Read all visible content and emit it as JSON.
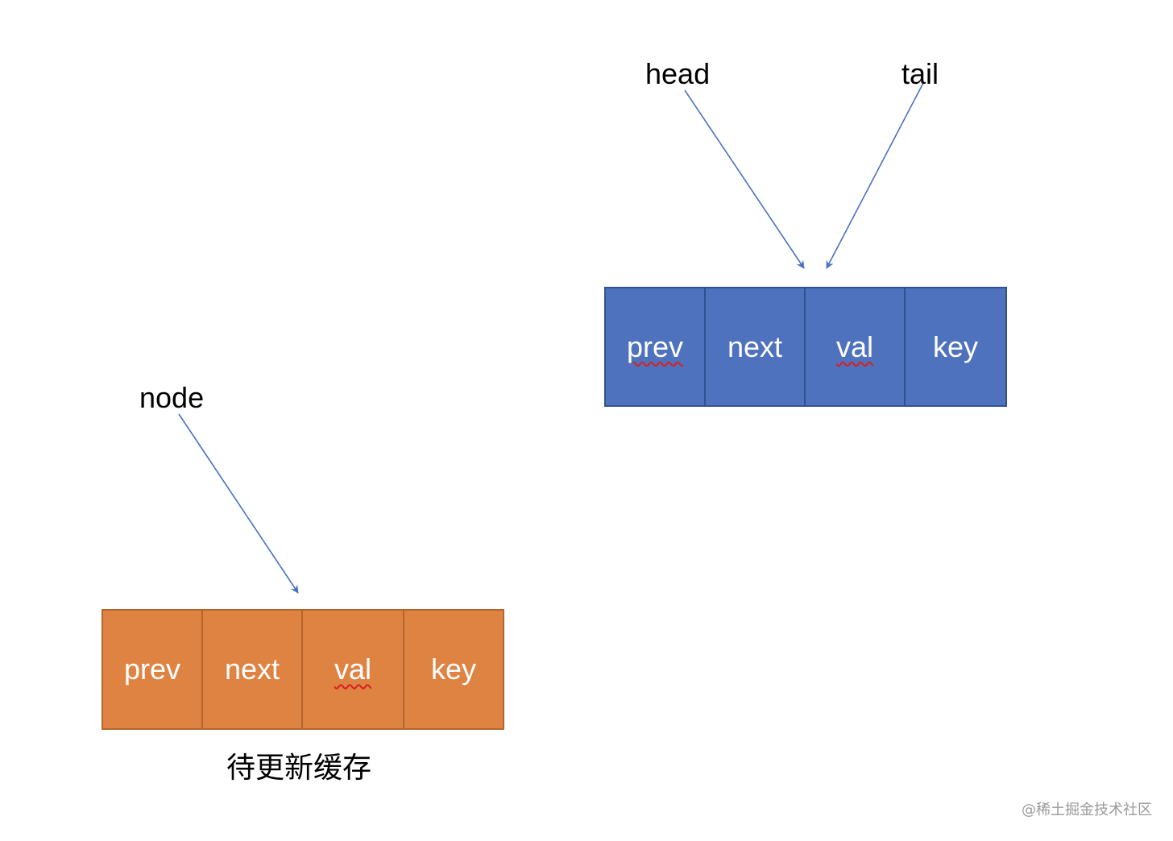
{
  "colors": {
    "list_node_fill": "#4f72be",
    "list_node_border": "#2f528f",
    "pending_node_fill": "#df8343",
    "pending_node_border": "#b5652c",
    "arrow": "#4a72c4"
  },
  "pointers": {
    "head": "head",
    "tail": "tail",
    "node": "node"
  },
  "list_node": {
    "fields": [
      "prev",
      "next",
      "val",
      "key"
    ]
  },
  "pending_node": {
    "fields": [
      "prev",
      "next",
      "val",
      "key"
    ],
    "caption": "待更新缓存"
  },
  "watermark": "@稀土掘金技术社区"
}
